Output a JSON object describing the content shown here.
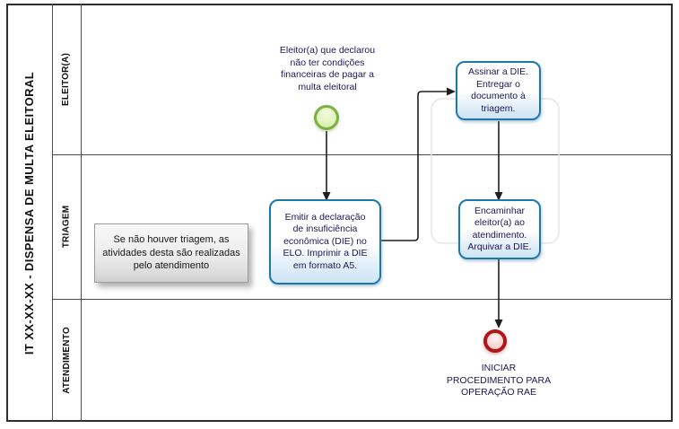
{
  "pool": {
    "title": "IT XX-XX-XX - DISPENSA DE MULTA ELEITORAL",
    "lanes": [
      {
        "label": "ELEITOR(A)"
      },
      {
        "label": "TRIAGEM"
      },
      {
        "label": "ATENDIMENTO"
      }
    ]
  },
  "events": {
    "start": {
      "label": "Eleitor(a) que declarou\nnão ter condições\nfinanceiras de pagar a\nmulta eleitoral"
    },
    "end": {
      "label": "INICIAR\nPROCEDIMENTO PARA\nOPERAÇÃO RAE"
    }
  },
  "tasks": {
    "emitir": {
      "label": "Emitir a declaração\nde insuficiência\neconômica (DIE) no\nELO. Imprimir a DIE\nem formato A5."
    },
    "assinar": {
      "label": "Assinar a DIE.\nEntregar o\ndocumento à\ntriagem."
    },
    "encaminhar": {
      "label": "Encaminhar\neleitor(a) ao\natendimento.\nArquivar a DIE."
    }
  },
  "annotation": {
    "text": "Se não houver triagem, as\natividades desta são realizadas\npelo atendimento"
  },
  "colors": {
    "task_border": "#1b78ad",
    "start_event_border": "#7ab140",
    "end_event_border": "#b11717",
    "flow_line": "#1f1f1f",
    "text": "#1e1752"
  }
}
